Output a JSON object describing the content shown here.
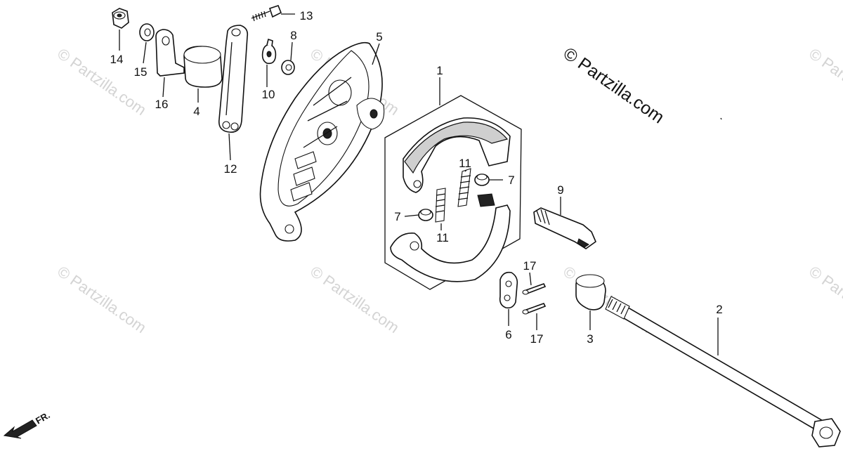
{
  "copyright": "© Partzilla.com",
  "watermark": "© Partzilla.com",
  "direction_label": "FR.",
  "callouts": [
    {
      "id": "1",
      "part": "brake-shoe-set"
    },
    {
      "id": "2",
      "part": "axle"
    },
    {
      "id": "3",
      "part": "collar"
    },
    {
      "id": "4",
      "part": "collar"
    },
    {
      "id": "5",
      "part": "brake-panel"
    },
    {
      "id": "6",
      "part": "plate"
    },
    {
      "id": "7a",
      "label": "7",
      "part": "pin-upper"
    },
    {
      "id": "7b",
      "label": "7",
      "part": "pin-lower"
    },
    {
      "id": "8",
      "part": "washer"
    },
    {
      "id": "9",
      "part": "brake-cam"
    },
    {
      "id": "10",
      "part": "indicator"
    },
    {
      "id": "11a",
      "label": "11",
      "part": "spring-upper"
    },
    {
      "id": "11b",
      "label": "11",
      "part": "spring-lower"
    },
    {
      "id": "12",
      "part": "torque-link"
    },
    {
      "id": "13",
      "part": "bolt"
    },
    {
      "id": "14",
      "part": "nut"
    },
    {
      "id": "15",
      "part": "washer"
    },
    {
      "id": "16",
      "part": "bracket"
    },
    {
      "id": "17a",
      "label": "17",
      "part": "cotter-pin-upper"
    },
    {
      "id": "17b",
      "label": "17",
      "part": "cotter-pin-lower"
    }
  ],
  "labels": {
    "c1": "1",
    "c2": "2",
    "c3": "3",
    "c4": "4",
    "c5": "5",
    "c6": "6",
    "c7a": "7",
    "c7b": "7",
    "c8": "8",
    "c9": "9",
    "c10": "10",
    "c11a": "11",
    "c11b": "11",
    "c12": "12",
    "c13": "13",
    "c14": "14",
    "c15": "15",
    "c16": "16",
    "c17a": "17",
    "c17b": "17"
  }
}
